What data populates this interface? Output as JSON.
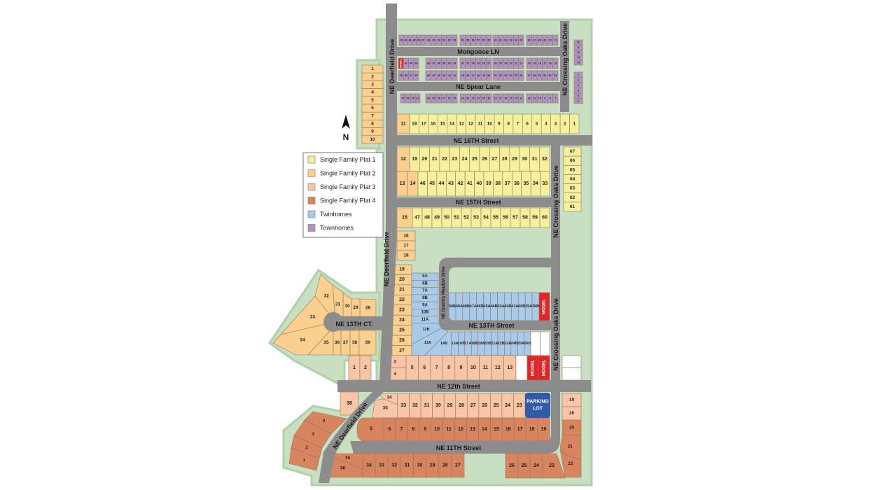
{
  "colors": {
    "plat1": "#f6f09c",
    "plat2": "#fbd08e",
    "plat3": "#f9c5a7",
    "plat4": "#d8845f",
    "twin": "#a9cbe9",
    "town": "#ae94be",
    "model": "#e42528",
    "vacant": "#ffffff",
    "parking": "#2f5ba8",
    "road": "#8c8c8c",
    "land": "#c8dfc2"
  },
  "legend": [
    {
      "label": "Single Family Plat 1",
      "type": "plat1"
    },
    {
      "label": "Single Family Plat 2",
      "type": "plat2"
    },
    {
      "label": "Single Family Plat 3",
      "type": "plat3"
    },
    {
      "label": "Single Family Plat 4",
      "type": "plat4"
    },
    {
      "label": "Twinhomes",
      "type": "twin"
    },
    {
      "label": "Townhomes",
      "type": "town"
    }
  ],
  "north_label": "N",
  "streets": {
    "mongoose": "Mongoose LN",
    "spear": "NE Spear Lane",
    "sixteenth": "NE 16TH Street",
    "fifteenth": "NE 15TH Street",
    "thirteenth": "NE 13TH Street",
    "thirteenth_ct": "NE 13TH CT.",
    "twelfth": "NE 12th Street",
    "eleventh": "NE 11TH Street",
    "deerfield": "NE Deerfield Drive",
    "crossing_oaks": "NE Crossing Oaks Drive",
    "country_meadow": "NE Country Meadow Drive"
  },
  "parking_lot": [
    "PARKING",
    "LOT"
  ],
  "lots": {
    "t1a": {
      "type": "town",
      "labels": [
        "42",
        "43",
        "44",
        "45",
        "46",
        "47"
      ]
    },
    "t1b": {
      "type": "town",
      "labels": [
        "48",
        "49",
        "50",
        "51",
        "52",
        "53"
      ]
    },
    "t1c": {
      "type": "town",
      "labels": [
        "54",
        "55",
        "56",
        "57",
        "58",
        "59"
      ]
    },
    "t1d": {
      "type": "town",
      "labels": [
        "60",
        "61",
        "62",
        "63",
        "64",
        "65"
      ]
    },
    "t1e": {
      "type": "town",
      "labels": [
        "66",
        "67",
        "68",
        "69",
        "70",
        "71"
      ]
    },
    "t2a": {
      "type": "town",
      "labels": [
        "MODEL",
        "41",
        "40",
        "39"
      ]
    },
    "t2b": {
      "type": "town",
      "labels": [
        "38",
        "37",
        "36",
        "35",
        "34",
        "33"
      ]
    },
    "t2c": {
      "type": "town",
      "labels": [
        "32",
        "31",
        "30",
        "29",
        "28",
        "27"
      ]
    },
    "t2d": {
      "type": "town",
      "labels": [
        "26",
        "25",
        "24",
        "23",
        "22",
        "21"
      ]
    },
    "t2e": {
      "type": "town",
      "labels": [
        "20",
        "19",
        "18",
        "17",
        "16",
        "15"
      ]
    },
    "t3a": {
      "type": "town",
      "labels": [
        "35",
        "36",
        "37",
        "38"
      ]
    },
    "t3b": {
      "type": "town",
      "labels": [
        "39",
        "40",
        "41",
        "42",
        "43",
        "44"
      ]
    },
    "t3c": {
      "type": "town",
      "labels": [
        "45",
        "46",
        "47",
        "48",
        "49",
        "50"
      ]
    },
    "t3d": {
      "type": "town",
      "labels": [
        "51",
        "52",
        "53",
        "54",
        "55",
        "56"
      ]
    },
    "t3e": {
      "type": "town",
      "labels": [
        "57",
        "58",
        "59",
        "60",
        "61",
        "62"
      ]
    },
    "t4a": {
      "type": "town",
      "labels": [
        "34",
        "33",
        "32",
        "31"
      ]
    },
    "t4b": {
      "type": "town",
      "labels": [
        "30",
        "29",
        "28",
        "27",
        "26",
        "25"
      ]
    },
    "t4c": {
      "type": "town",
      "labels": [
        "24",
        "23",
        "22",
        "21",
        "20",
        "19"
      ]
    },
    "t4d": {
      "type": "town",
      "labels": [
        "18",
        "17",
        "16",
        "15",
        "14",
        "13"
      ]
    },
    "t4e": {
      "type": "town",
      "labels": [
        "12",
        "11",
        "10",
        "9",
        "8",
        "7"
      ]
    },
    "t5": {
      "type": "town",
      "labels": [
        "10",
        "9",
        "12",
        "13",
        "14"
      ]
    },
    "t6": {
      "type": "town",
      "labels": [
        "1",
        "2",
        "3",
        "4",
        "5",
        "6"
      ]
    },
    "p2_left": {
      "type": "plat2",
      "labels": [
        "1",
        "2",
        "3",
        "4",
        "5",
        "6",
        "7",
        "8",
        "9",
        "10"
      ]
    },
    "p2_11": {
      "type": "plat2",
      "labels": [
        "11"
      ]
    },
    "p1_16": {
      "type": "plat1",
      "labels": [
        "18",
        "17",
        "16",
        "15",
        "14",
        "13",
        "12",
        "11",
        "10",
        "9",
        "8",
        "7",
        "6",
        "5",
        "4",
        "3",
        "2",
        "1"
      ]
    },
    "p2_12": {
      "type": "plat2",
      "labels": [
        "12"
      ]
    },
    "p1_top": {
      "type": "plat1",
      "labels": [
        "19",
        "20",
        "21",
        "22",
        "23",
        "24",
        "25",
        "26",
        "27",
        "28",
        "29",
        "30",
        "31",
        "32"
      ]
    },
    "p2_1314": {
      "type": "plat2",
      "labels": [
        "13",
        "14"
      ]
    },
    "p1_bot": {
      "type": "plat1",
      "labels": [
        "46",
        "45",
        "44",
        "43",
        "42",
        "41",
        "40",
        "39",
        "38",
        "37",
        "36",
        "35",
        "34",
        "33"
      ]
    },
    "p1_right": {
      "type": "plat1",
      "labels": [
        "67",
        "66",
        "65",
        "64",
        "63",
        "62",
        "61"
      ]
    },
    "p2_15": {
      "type": "plat2",
      "labels": [
        "15"
      ]
    },
    "p1_15": {
      "type": "plat1",
      "labels": [
        "47",
        "48",
        "49",
        "50",
        "51",
        "52",
        "53",
        "54",
        "55",
        "56",
        "57",
        "58",
        "59",
        "60"
      ]
    },
    "p2_col1": {
      "type": "plat2",
      "labels": [
        "16",
        "17",
        "18"
      ]
    },
    "p2_col2": {
      "type": "plat2",
      "labels": [
        "19",
        "20",
        "21",
        "22",
        "23",
        "24",
        "25",
        "26",
        "27"
      ]
    },
    "tw_stack": {
      "type": "twin",
      "labels": [
        "5A",
        "6B",
        "7A",
        "8B",
        "9A",
        "10B",
        "11A"
      ]
    },
    "tw_fan": {
      "type": "twin",
      "labels": [
        "12B",
        "13A",
        "14B"
      ]
    },
    "tw_north": {
      "type": "twin",
      "labels": [
        "50B",
        "49A",
        "48B",
        "47A",
        "46B",
        "45A",
        "44B",
        "43A",
        "42B",
        "41A",
        "40B",
        "39A",
        "38B"
      ]
    },
    "tw_north_model": {
      "type": "twin",
      "labels": [
        "MODEL"
      ]
    },
    "tw_south": {
      "type": "twin",
      "labels": [
        "15A",
        "16B",
        "17A",
        "18B",
        "19A",
        "20B",
        "21A",
        "22B",
        "23A",
        "24B",
        "25A",
        "26B"
      ]
    },
    "tw_south_vacant": {
      "type": "vacant",
      "labels": [
        "",
        ""
      ]
    },
    "p2_ct": {
      "type": "plat2",
      "labels": [
        "28",
        "29",
        "30",
        "31",
        "32",
        "33",
        "34",
        "35",
        "36",
        "37",
        "38",
        "39"
      ]
    },
    "p3_12": {
      "type": "plat3",
      "labels": [
        "1",
        "2"
      ]
    },
    "p3_34": {
      "type": "plat3",
      "labels": [
        "3",
        "4"
      ]
    },
    "p3_row": {
      "type": "plat3",
      "labels": [
        "5",
        "6",
        "7",
        "8",
        "9",
        "10",
        "11",
        "12",
        "13"
      ]
    },
    "p3_models": {
      "type": "plat3",
      "labels": [
        "",
        "MODEL",
        "MODEL"
      ]
    },
    "vacant_right": {
      "type": "vacant",
      "labels": [
        "",
        ""
      ]
    },
    "p3_36": {
      "type": "plat3",
      "labels": [
        "36"
      ]
    },
    "p3_3435": {
      "type": "plat3",
      "labels": [
        "34",
        "35"
      ]
    },
    "p3_south": {
      "type": "plat3",
      "labels": [
        "33",
        "32",
        "31",
        "30",
        "29",
        "28",
        "27",
        "26",
        "25",
        "24",
        "23"
      ]
    },
    "p3_right": {
      "type": "plat3",
      "labels": [
        "19",
        "20"
      ]
    },
    "p4_5": {
      "type": "plat4",
      "labels": [
        "5"
      ]
    },
    "p4_row": {
      "type": "plat4",
      "labels": [
        "6",
        "7",
        "8",
        "9",
        "10",
        "11",
        "12",
        "13",
        "14",
        "15",
        "16",
        "17",
        "18",
        "19"
      ]
    },
    "p4_right": {
      "type": "plat4",
      "labels": [
        "20",
        "21",
        "22"
      ]
    },
    "p4_br": {
      "type": "plat4",
      "labels": [
        "26",
        "25",
        "24",
        "23"
      ]
    },
    "p4_bottom": {
      "type": "plat4",
      "labels": [
        "34",
        "33",
        "32",
        "31",
        "30",
        "29",
        "28",
        "27"
      ]
    },
    "p4_3536": {
      "type": "plat4",
      "labels": [
        "35",
        "36"
      ]
    },
    "p4_left": {
      "type": "plat4",
      "labels": [
        "1",
        "2",
        "3",
        "4"
      ]
    }
  }
}
